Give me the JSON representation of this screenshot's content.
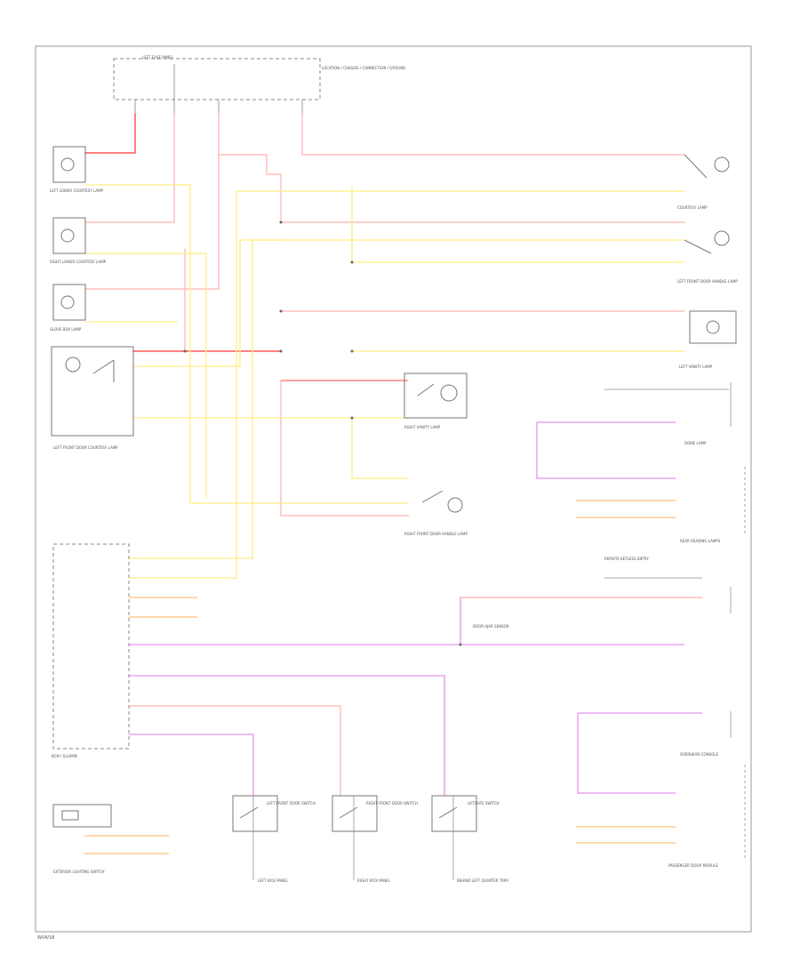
{
  "colors": {
    "red": "#ff8080",
    "pink": "#ffb0b0",
    "yellow": "#ffee80",
    "violet": "#e890f0",
    "orange": "#ffc07a",
    "frame": "#999999",
    "component": "#777777"
  },
  "footer": {
    "code": "W04/18"
  },
  "labels": {
    "fuse_block": "LEFT FUSE PANEL",
    "fuse_block_note": "LOCATION / CHASSIS / CONNECTION / GROUND",
    "left_lower_courtesy": "LEFT LOWER COURTESY LAMP",
    "right_lower_courtesy": "RIGHT LOWER COURTESY LAMP",
    "glove_box_lamp": "GLOVE BOX LAMP",
    "left_front_door_courtesy": "LEFT FRONT DOOR COURTESY LAMP",
    "courtesy_lamp_right": "COURTESY LAMP",
    "left_front_door_handle_lamp": "LEFT FRONT DOOR HANDLE LAMP",
    "right_front_door_handle_lamp": "RIGHT FRONT DOOR HANDLE LAMP",
    "left_vanity": "LEFT VANITY LAMP",
    "right_vanity": "RIGHT VANITY LAMP",
    "bcm": "BCM / ILLUMIN",
    "dome_lamp": "DOME LAMP",
    "rear_reading": "REAR READING LAMPS",
    "overhead_console": "OVERHEAD CONSOLE",
    "left_front_door_switch": "LEFT FRONT DOOR SWITCH",
    "right_front_door_switch": "RIGHT FRONT DOOR SWITCH",
    "liftgate_switch": "LIFTGATE SWITCH",
    "ground_left": "LEFT KICK PANEL",
    "ground_mid": "RIGHT KICK PANEL",
    "ground_right": "BEHIND LEFT QUARTER TRIM",
    "exterior_lighting": "EXTERIOR LIGHTING SWITCH",
    "door_ajar": "DOOR AJAR SENSOR",
    "remote_keyless": "REMOTE KEYLESS ENTRY",
    "passenger_door": "PASSENGER DOOR MODULE"
  }
}
